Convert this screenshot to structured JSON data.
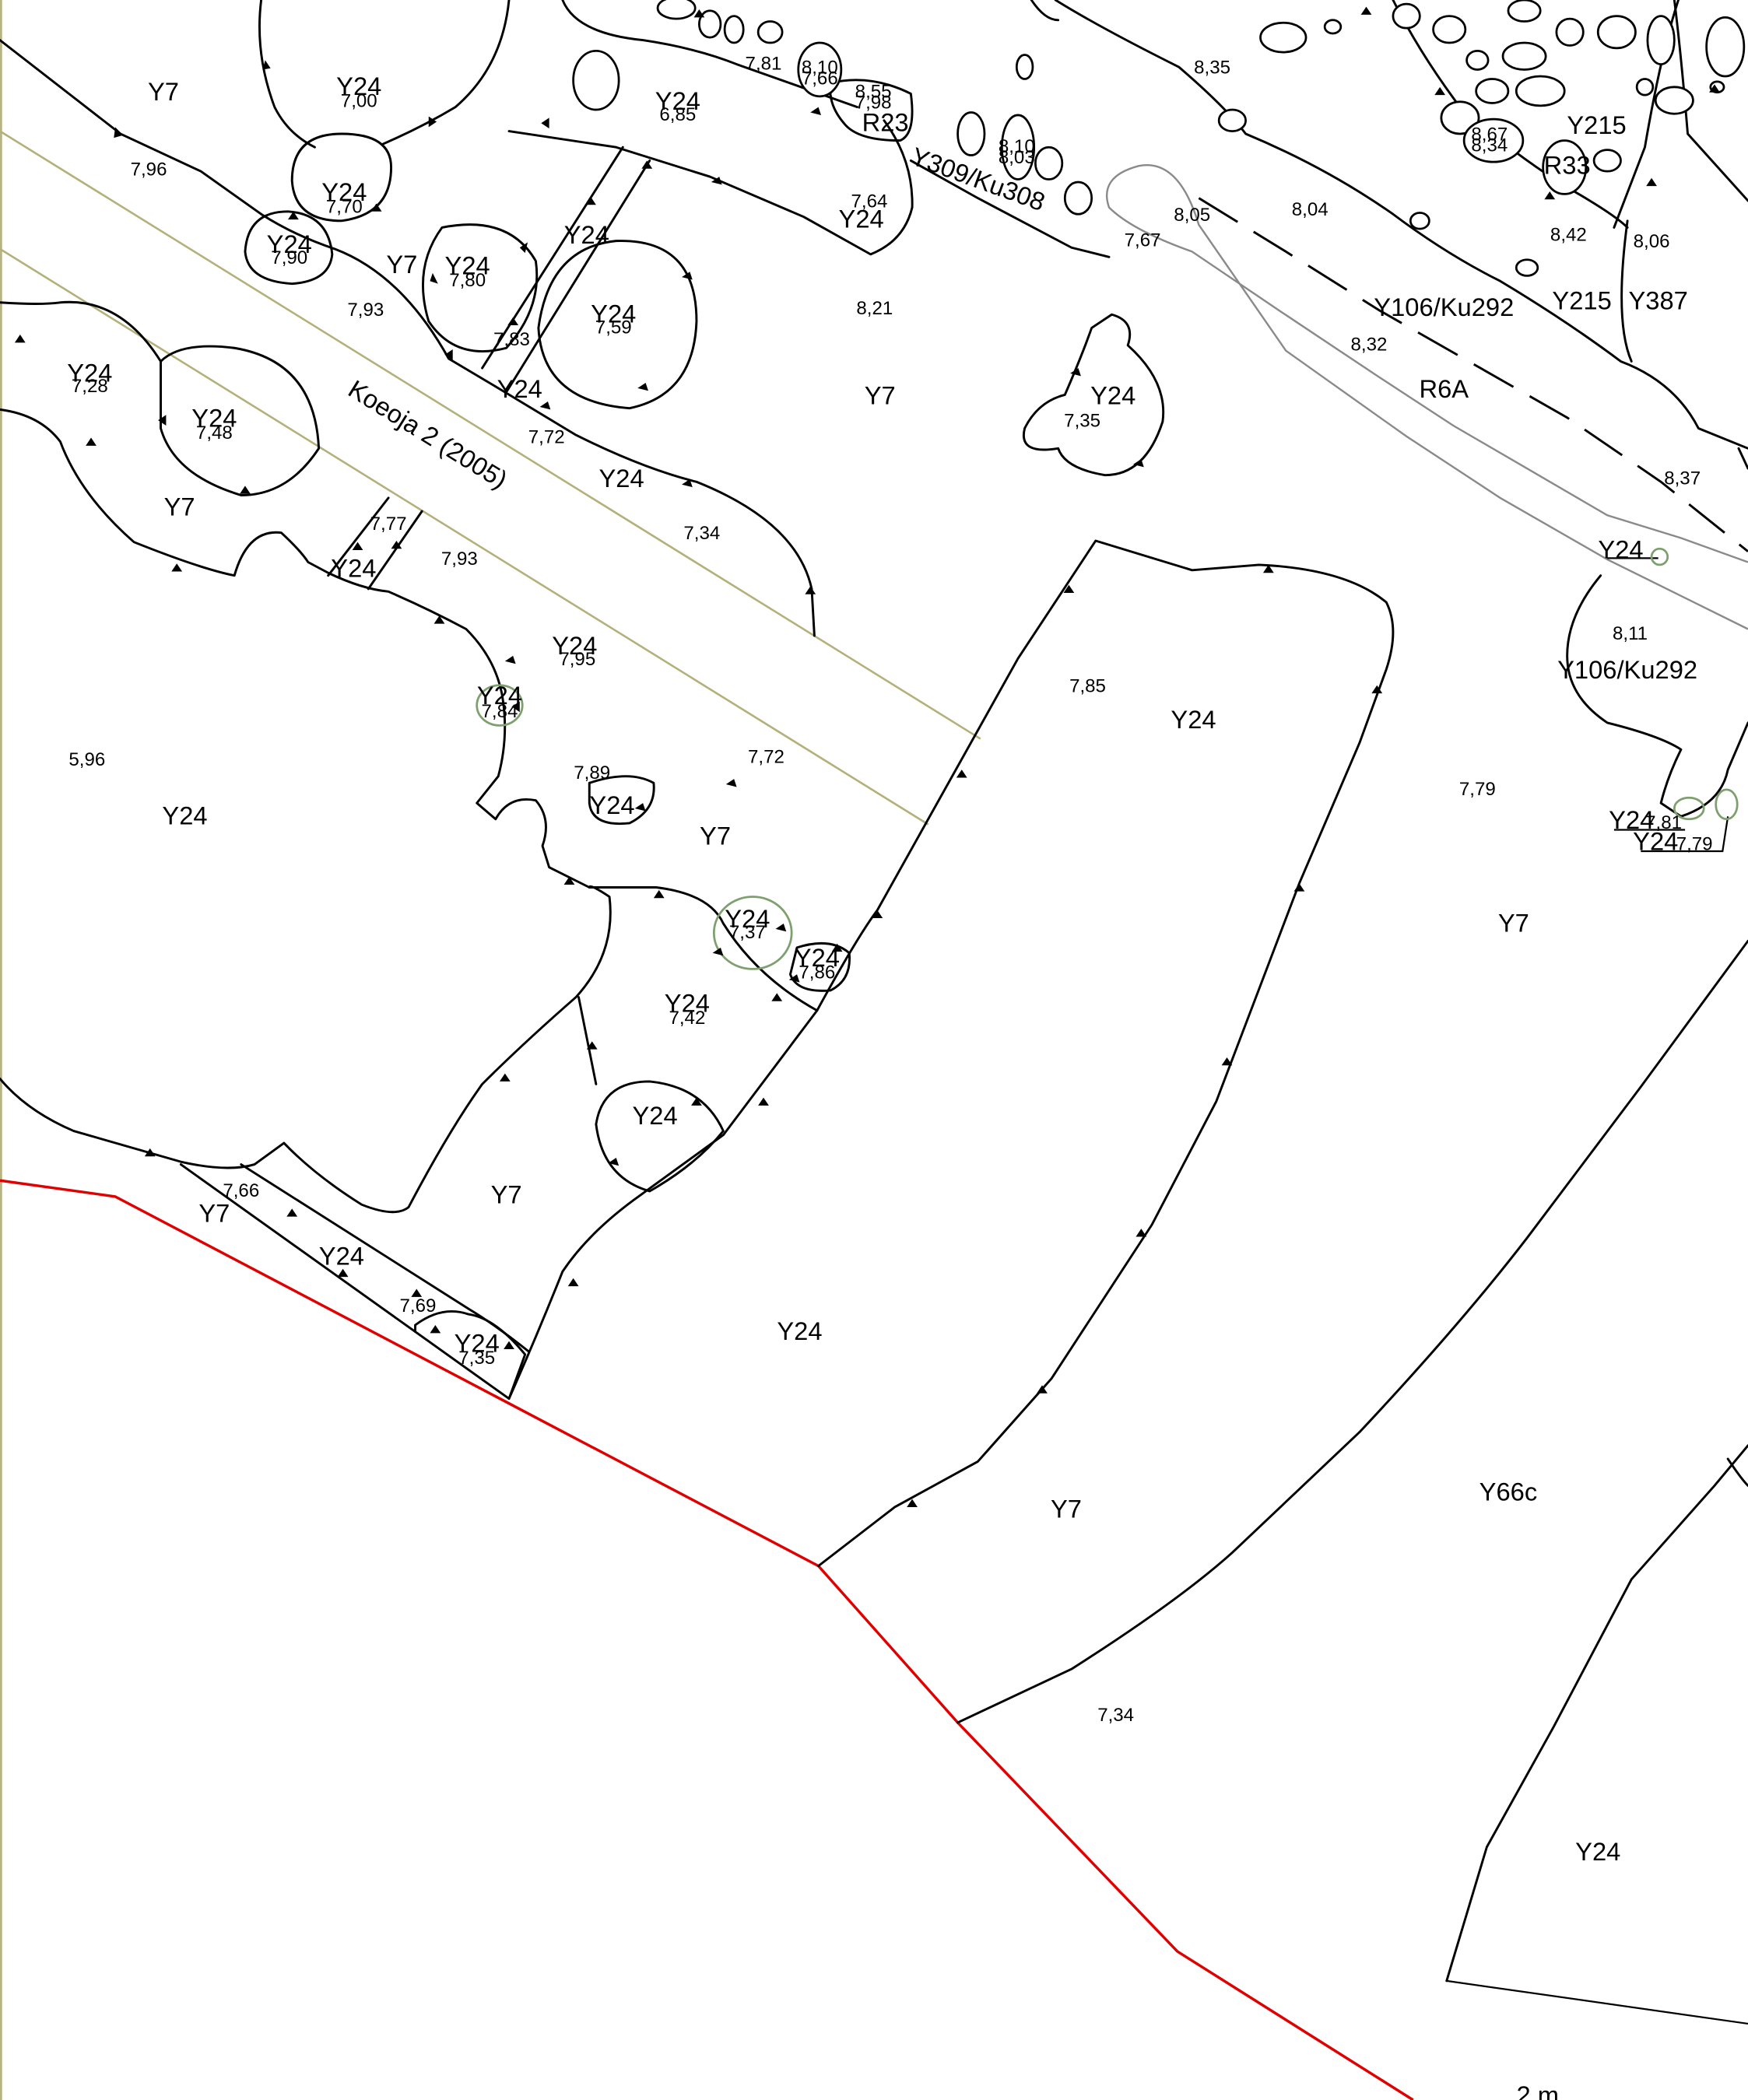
{
  "map": {
    "trench_label": "Koeoja 2 (2005)",
    "scale_label": "2 m",
    "colors": {
      "feature_line": "#000000",
      "excavation_boundary": "#e00000",
      "trench_outline": "#b3b07a",
      "find_outline": "#7ea06e",
      "road_outline": "#8a8a8a"
    },
    "unit_labels": [
      "Y7",
      "Y24",
      "Y24",
      "Y24",
      "Y24",
      "Y24",
      "Y24",
      "Y7",
      "Y24",
      "Y24",
      "Y24",
      "Y24",
      "R23",
      "Y309/Ku308",
      "Y24",
      "Y7",
      "Y24",
      "Y24",
      "Y24",
      "Y24",
      "Y7",
      "Y24",
      "Y24",
      "Y24",
      "Y7",
      "Y24",
      "Y24",
      "Y24",
      "Y7",
      "Y7",
      "Y24",
      "Y24",
      "Y215",
      "R33",
      "Y215",
      "Y387",
      "Y106/Ku292",
      "R6A",
      "Y24",
      "Y106/Ku292",
      "Y24",
      "Y24",
      "Y7",
      "Y24",
      "Y7",
      "Y66c",
      "Y24"
    ],
    "level_labels": [
      "7,00",
      "7,96",
      "7,70",
      "7,90",
      "7,93",
      "7,80",
      "7,83",
      "7,59",
      "7,72",
      "7,28",
      "7,48",
      "7,77",
      "7,93",
      "7,34",
      "7,95",
      "7,84",
      "5,96",
      "7,89",
      "7,72",
      "7,37",
      "7,86",
      "7,42",
      "7,66",
      "7,69",
      "7,35",
      "7,81",
      "8,10",
      "7,66",
      "8,55",
      "7,98",
      "6,85",
      "8,10",
      "8,03",
      "7,64",
      "8,21",
      "7,35",
      "7,67",
      "8,05",
      "8,04",
      "8,35",
      "8,67",
      "8,34",
      "8,42",
      "8,06",
      "8,32",
      "8,37",
      "8,11",
      "7,85",
      "7,79",
      "7,81",
      "7,79",
      "7,34"
    ]
  }
}
